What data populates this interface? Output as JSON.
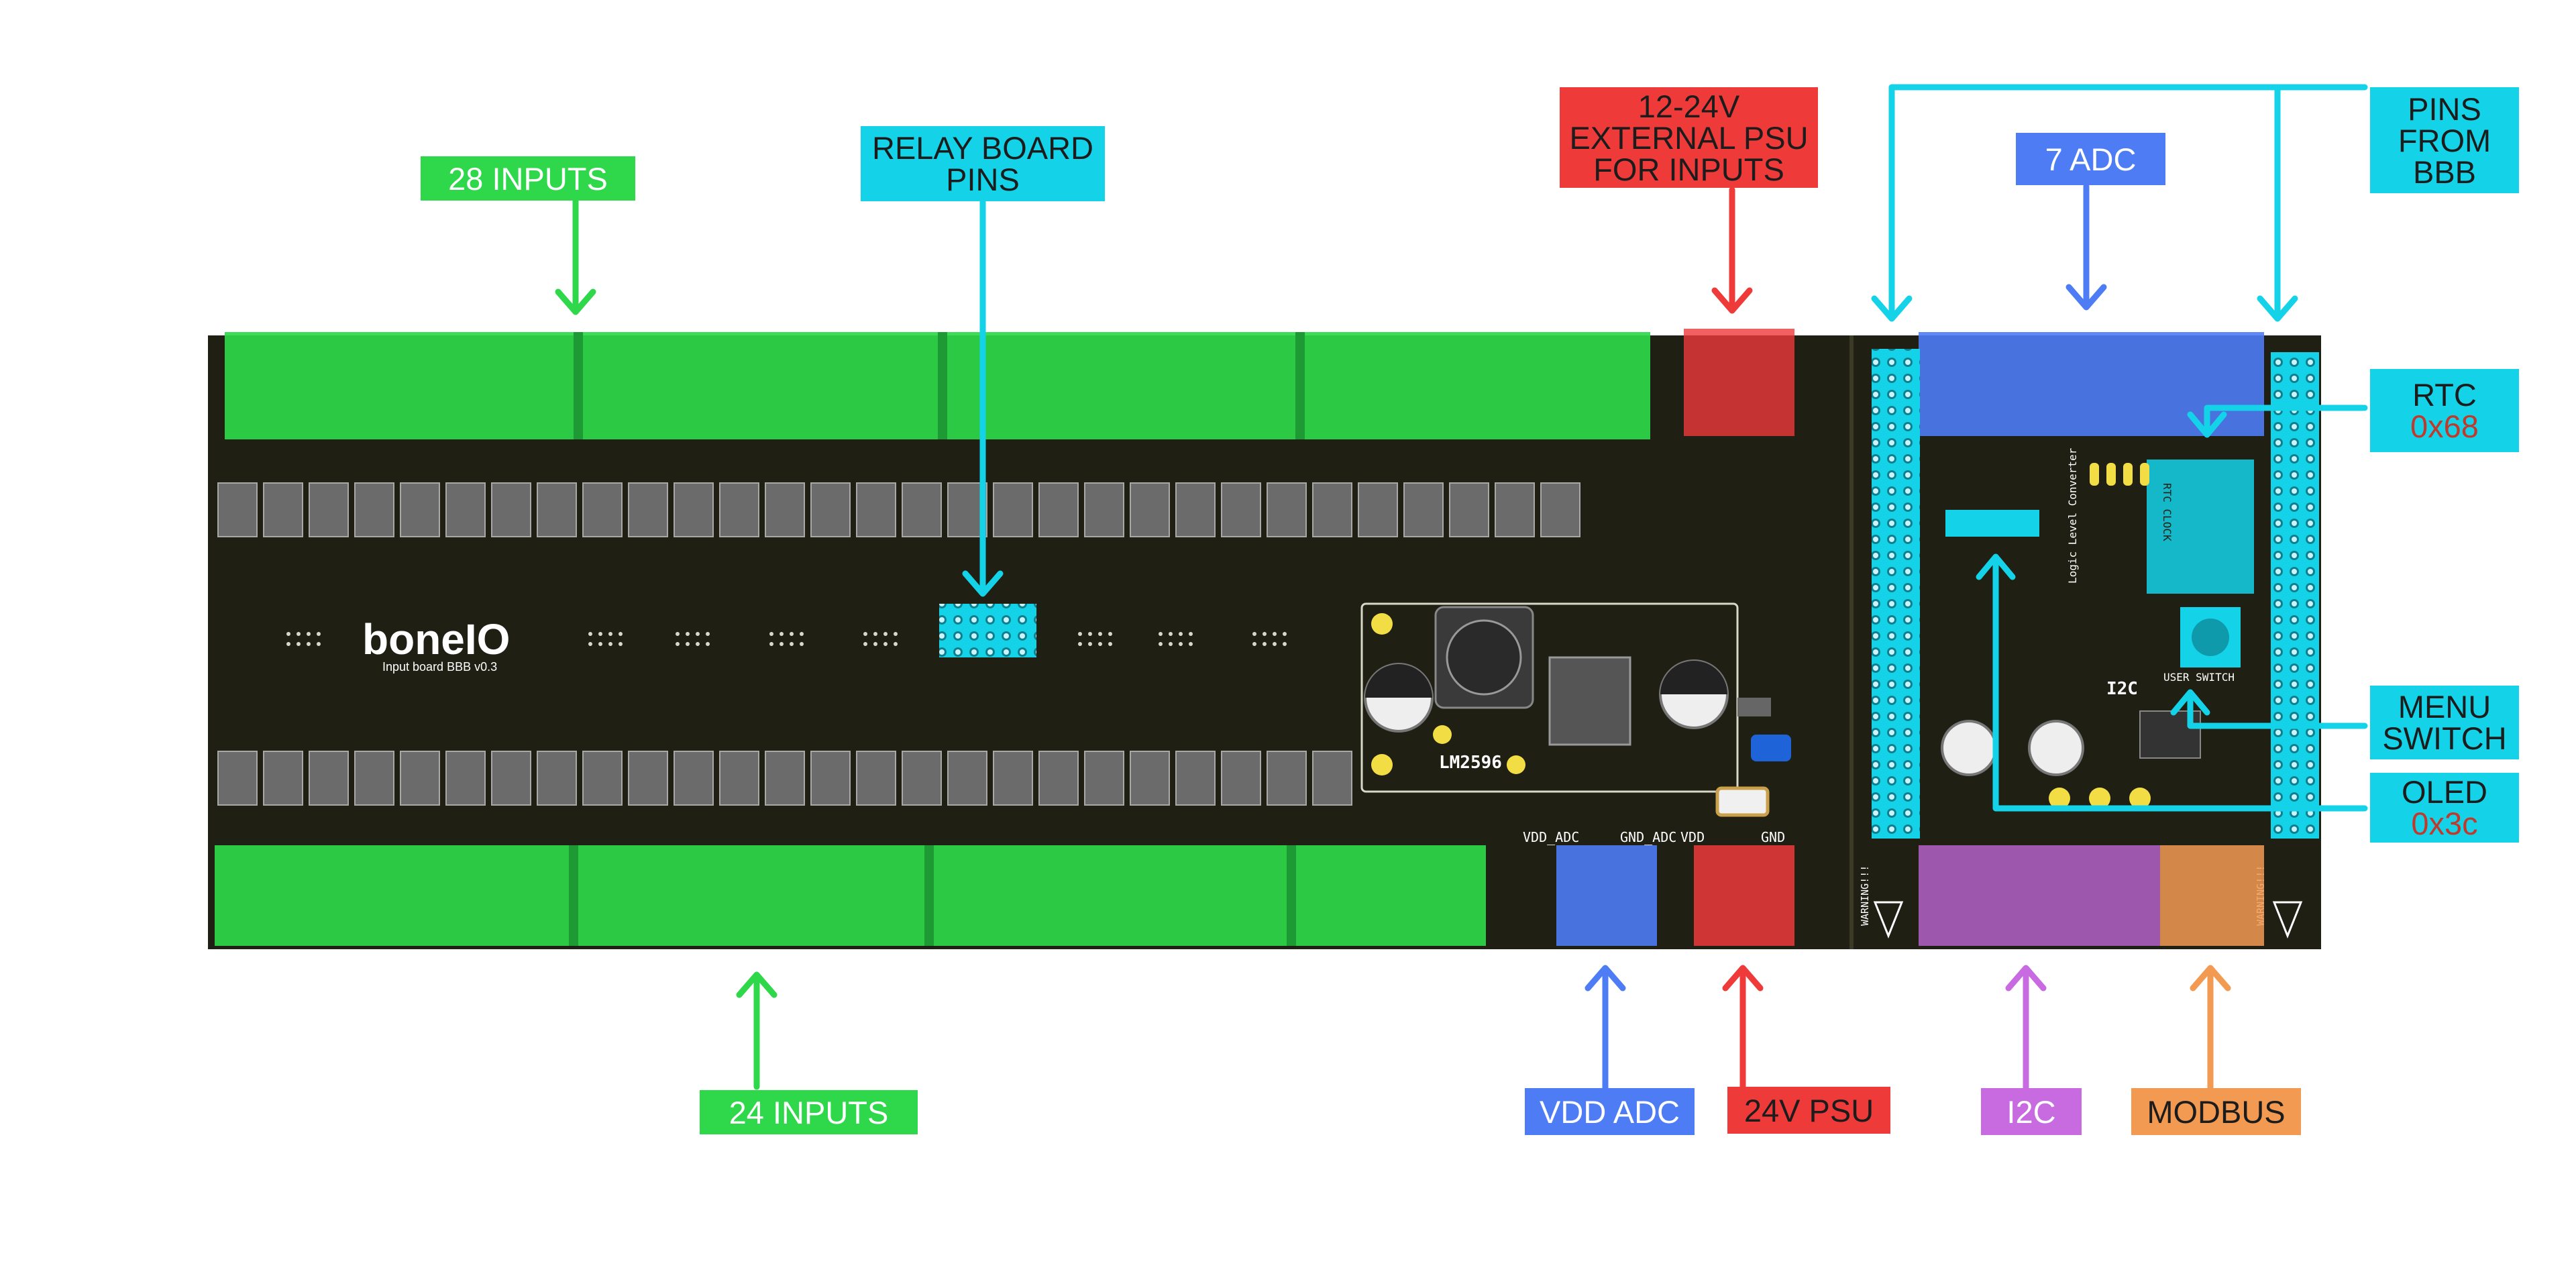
{
  "colors": {
    "green": "#2ed84a",
    "cyan": "#14d3e8",
    "red": "#ef3a3a",
    "blue": "#4d7cf5",
    "purple": "#c86be0",
    "orange": "#f39a52",
    "pcb": "#1f1f14",
    "dark_text": "#1c1c1c",
    "address_red": "#c0392b"
  },
  "board": {
    "logo": "boneIO",
    "subtitle": "Input board BBB v0.3",
    "regulator": "LM2596",
    "rtc_clock": "RTC CLOCK",
    "user_switch": "USER SWITCH",
    "i2c_label": "I2C",
    "logic_level": "Logic Level Converter",
    "warning": "WARNING!!!",
    "connector_labels": {
      "vdd_adc": "VDD_ADC",
      "gnd_adc": "GND_ADC",
      "vdd": "VDD",
      "gnd": "GND"
    }
  },
  "callouts": {
    "inputs_28": "28 INPUTS",
    "relay_pins_1": "RELAY BOARD",
    "relay_pins_2": "PINS",
    "psu_ext_1": "12-24V",
    "psu_ext_2": "EXTERNAL PSU",
    "psu_ext_3": "FOR INPUTS",
    "adc": "7 ADC",
    "pins_bbb_1": "PINS",
    "pins_bbb_2": "FROM",
    "pins_bbb_3": "BBB",
    "rtc_1": "RTC",
    "rtc_2": "0x68",
    "menu_1": "MENU",
    "menu_2": "SWITCH",
    "oled_1": "OLED",
    "oled_2": "0x3c",
    "inputs_24": "24 INPUTS",
    "vdd_adc": "VDD ADC",
    "psu_24": "24V PSU",
    "i2c": "I2C",
    "modbus": "MODBUS"
  }
}
